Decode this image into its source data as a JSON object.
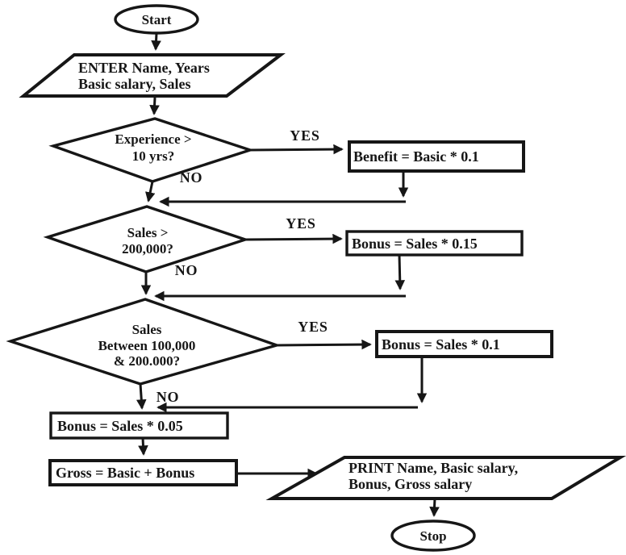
{
  "flowchart": {
    "nodes": {
      "start": {
        "label": "Start",
        "type": "terminator"
      },
      "enter": {
        "line1": "ENTER Name, Years",
        "line2": "Basic salary, Sales",
        "type": "io"
      },
      "experience_decision": {
        "line1": "Experience >",
        "line2": "10 yrs?",
        "type": "decision"
      },
      "benefit": {
        "label": "Benefit = Basic * 0.1",
        "type": "process"
      },
      "sales_decision": {
        "line1": "Sales >",
        "line2": "200,000?",
        "type": "decision"
      },
      "bonus15": {
        "label": "Bonus = Sales * 0.15",
        "type": "process"
      },
      "between_decision": {
        "line1": "Sales",
        "line2": "Between 100,000",
        "line3": "& 200.000?",
        "type": "decision"
      },
      "bonus10": {
        "label": "Bonus = Sales * 0.1",
        "type": "process"
      },
      "bonus05": {
        "label": "Bonus = Sales * 0.05",
        "type": "process"
      },
      "gross": {
        "label": "Gross = Basic + Bonus",
        "type": "process"
      },
      "print": {
        "line1": "PRINT Name, Basic salary,",
        "line2": "Bonus, Gross salary",
        "type": "io"
      },
      "stop": {
        "label": "Stop",
        "type": "terminator"
      }
    },
    "branch_labels": {
      "experience_yes": "YES",
      "experience_no": "NO",
      "sales_yes": "YES",
      "sales_no": "NO",
      "between_yes": "YES",
      "between_no": "NO"
    },
    "colors": {
      "ink": "#161616",
      "background": "#ffffff"
    }
  }
}
